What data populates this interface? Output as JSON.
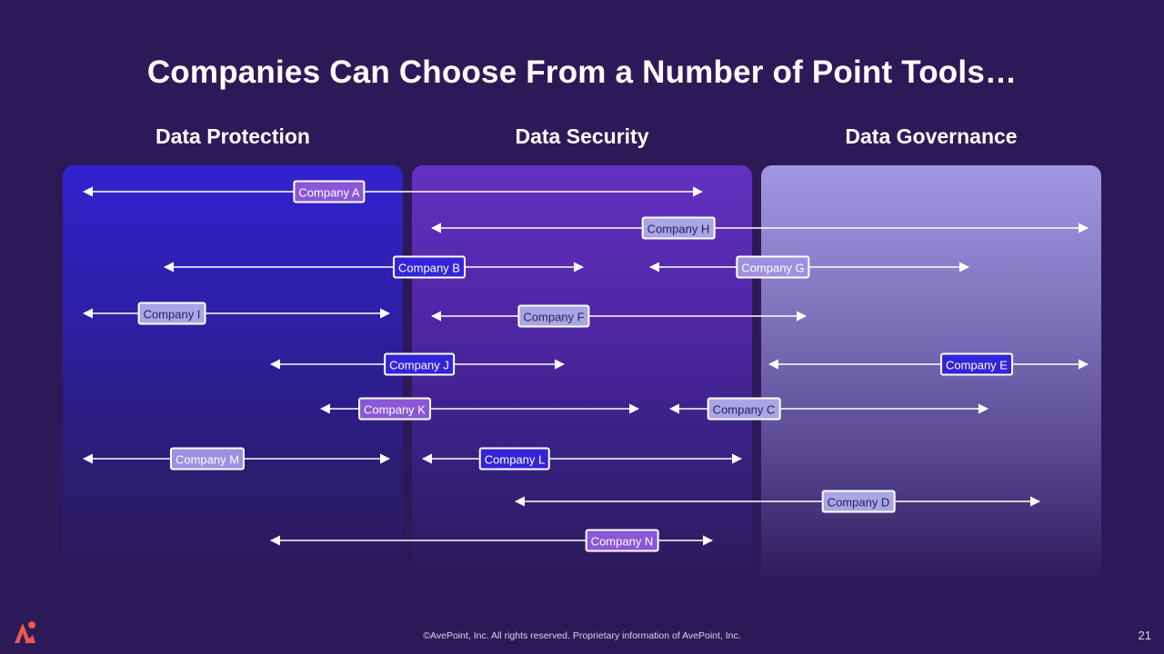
{
  "title": "Companies Can Choose From a Number of Point Tools…",
  "columns": [
    "Data Protection",
    "Data Security",
    "Data Governance"
  ],
  "companies": [
    {
      "name": "Company A",
      "style": "purple"
    },
    {
      "name": "Company H",
      "style": "light"
    },
    {
      "name": "Company B",
      "style": "blue"
    },
    {
      "name": "Company G",
      "style": "lav"
    },
    {
      "name": "Company I",
      "style": "light"
    },
    {
      "name": "Company F",
      "style": "light"
    },
    {
      "name": "Company J",
      "style": "blue"
    },
    {
      "name": "Company E",
      "style": "blue"
    },
    {
      "name": "Company K",
      "style": "purple"
    },
    {
      "name": "Company C",
      "style": "light"
    },
    {
      "name": "Company M",
      "style": "lav"
    },
    {
      "name": "Company L",
      "style": "blue"
    },
    {
      "name": "Company D",
      "style": "light"
    },
    {
      "name": "Company N",
      "style": "purple"
    }
  ],
  "footer": "©AvePoint, Inc. All rights reserved. Proprietary information of AvePoint, Inc.",
  "page_number": "21",
  "colors": {
    "arrow": "#ffffff",
    "logo": "#e85a4f",
    "background": "#2c1a58"
  }
}
